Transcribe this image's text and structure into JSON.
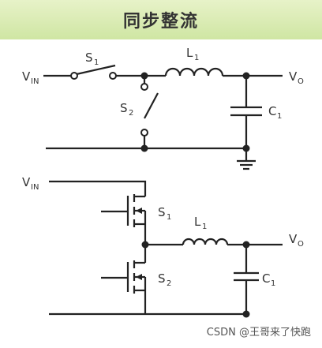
{
  "title": "同步整流",
  "labels": {
    "vin": "V",
    "vin_sub": "IN",
    "vo": "V",
    "vo_sub": "O",
    "s1": "S",
    "s1_sub": "1",
    "s2": "S",
    "s2_sub": "2",
    "l1": "L",
    "l1_sub": "1",
    "c1": "C",
    "c1_sub": "1"
  },
  "watermark": "CSDN @王哥来了快跑",
  "colors": {
    "title_bg": "#d4e9a9",
    "wire": "#222222",
    "text": "#333333"
  }
}
